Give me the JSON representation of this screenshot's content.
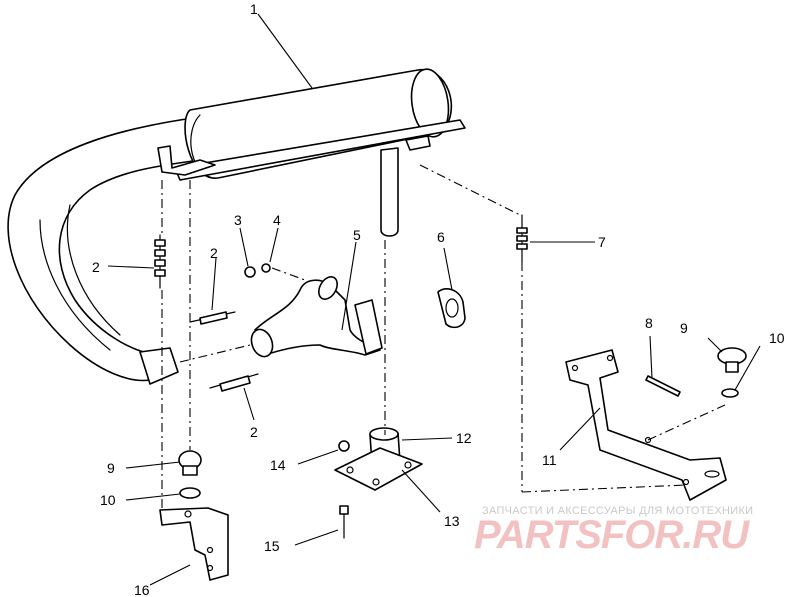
{
  "callouts": {
    "c1": "1",
    "c2a": "2",
    "c2b": "2",
    "c2c": "2",
    "c3": "3",
    "c4": "4",
    "c5": "5",
    "c6": "6",
    "c7": "7",
    "c8": "8",
    "c9a": "9",
    "c10a": "10",
    "c9b": "9",
    "c10b": "10",
    "c11": "11",
    "c12": "12",
    "c13": "13",
    "c14": "14",
    "c15": "15",
    "c16": "16"
  },
  "watermark": {
    "line1": "ЗАПЧАСТИ И АКСЕССУАРЫ ДЛЯ МОТОТЕХНИКИ",
    "line2": "PARTSFOR.RU"
  }
}
